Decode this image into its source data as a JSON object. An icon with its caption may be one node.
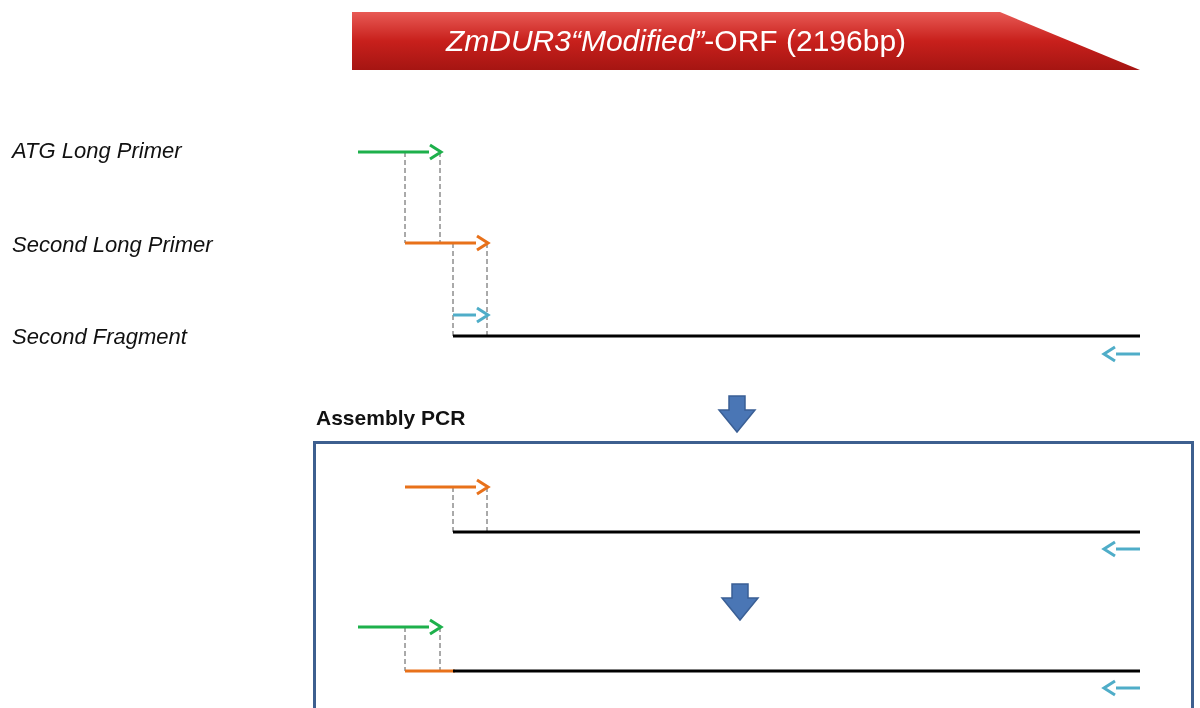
{
  "diagram": {
    "nodes": [
      {
        "text": [
          "*ZmDUR3“Modified”*-ORF (2196bp)"
        ]
      },
      {
        "text": [
          "Assembly PCR"
        ]
      }
    ],
    "labels": [
      "ATG Long Primer",
      "Second Long Primer",
      "Second Fragment"
    ]
  }
}
